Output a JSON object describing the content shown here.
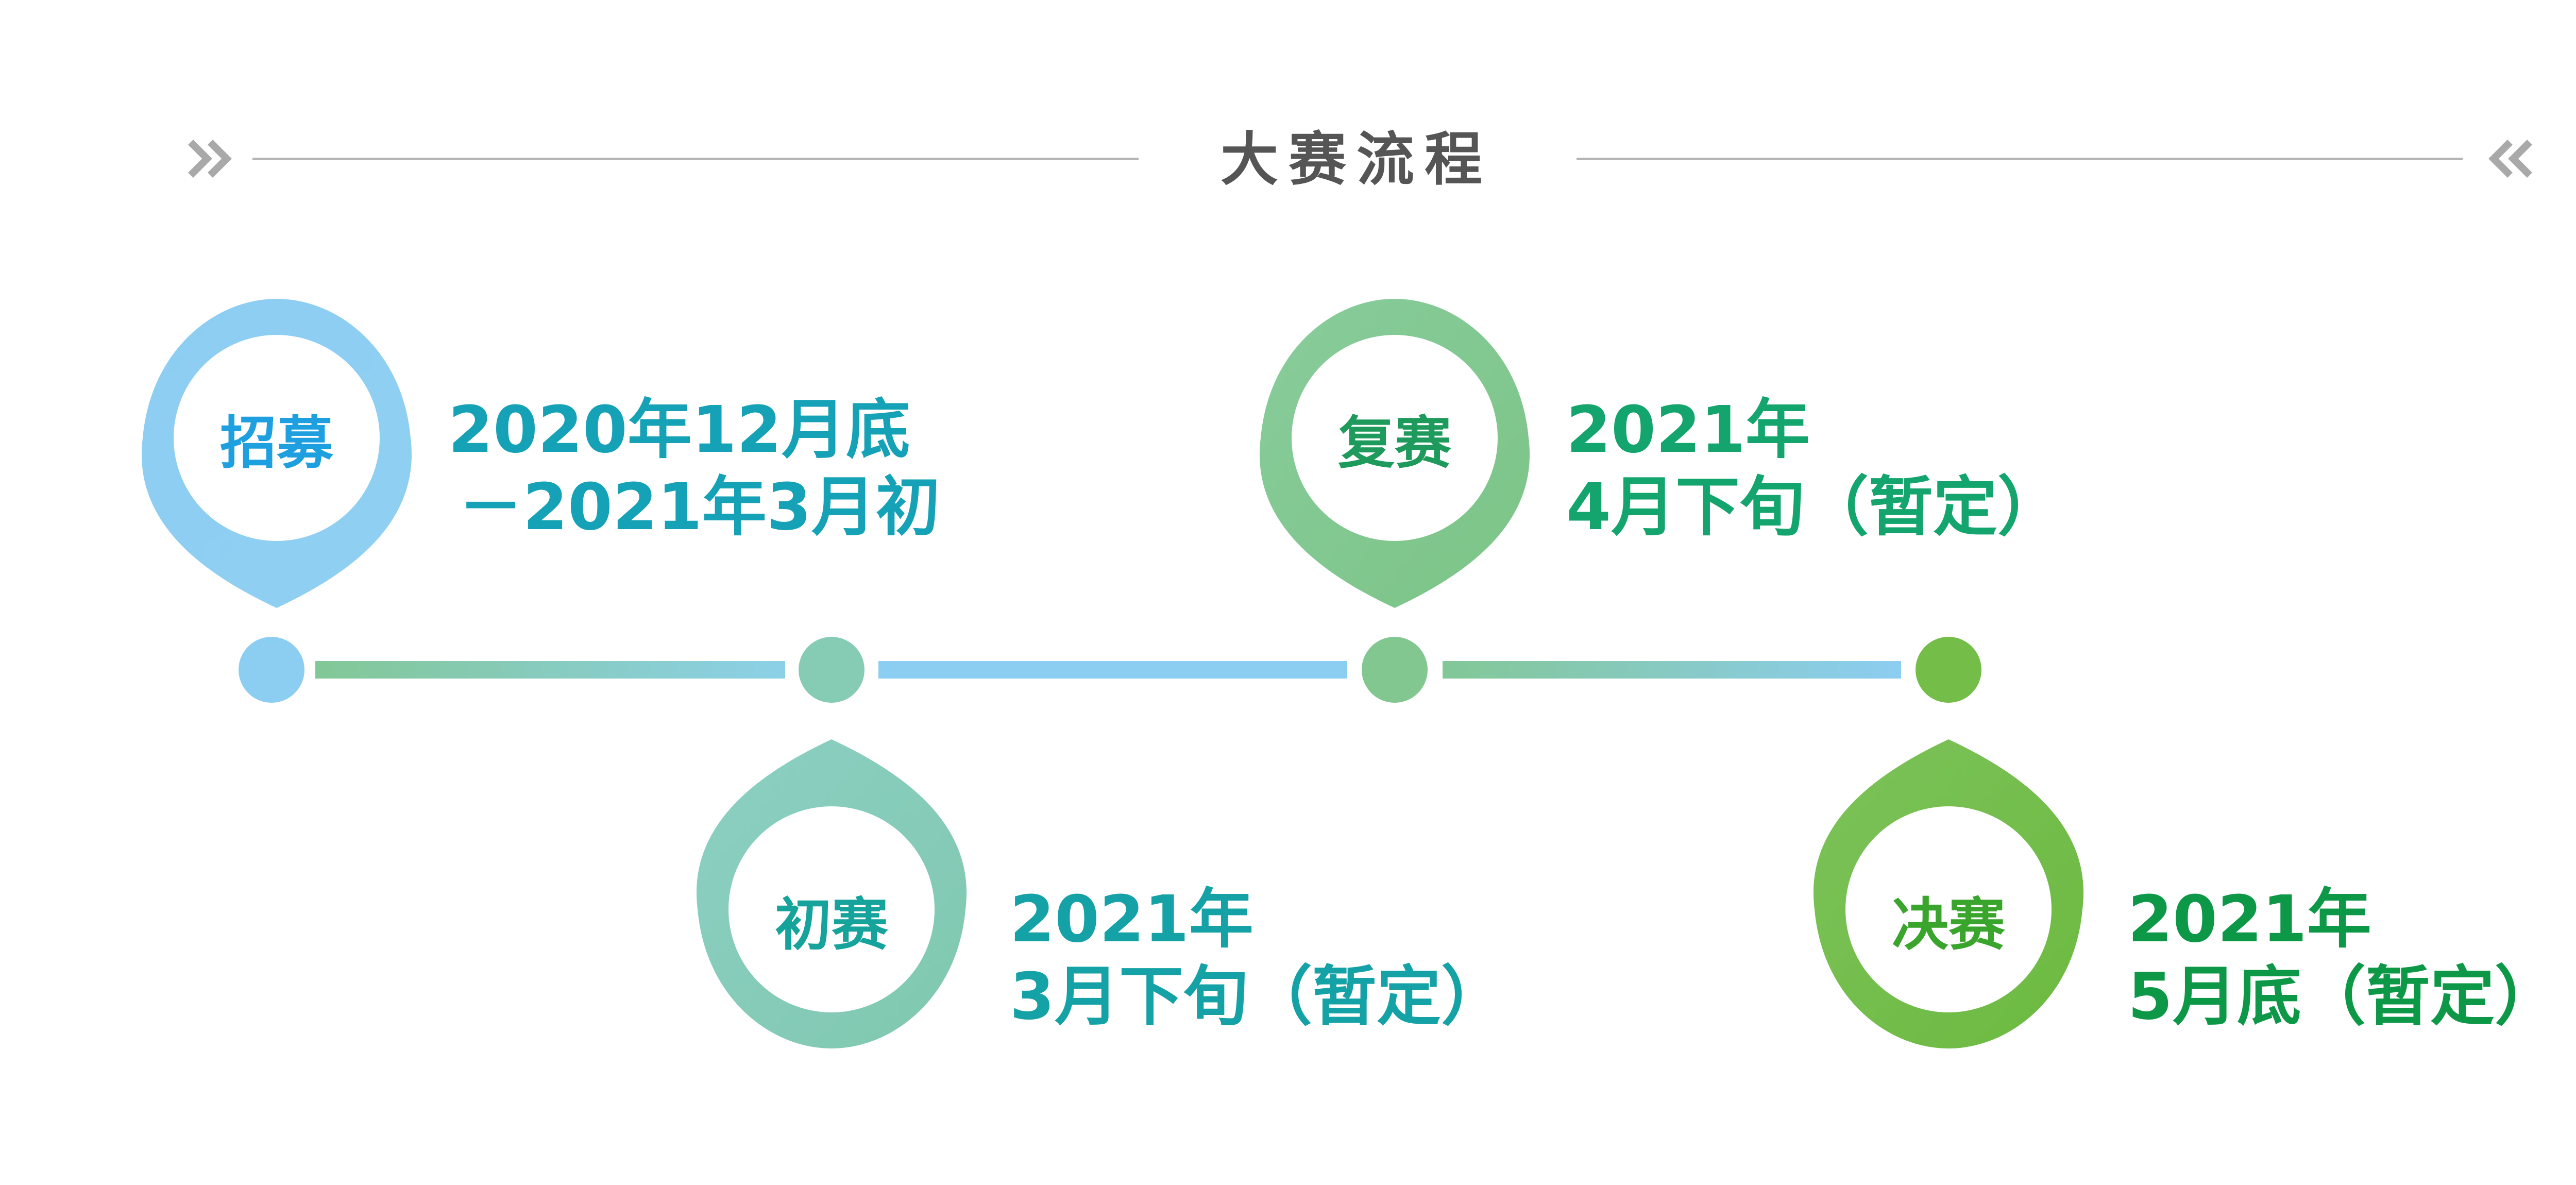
{
  "header": {
    "title": "大赛流程"
  },
  "colors": {
    "title": "#555555",
    "rule": "#b5b5b5",
    "recruit": "#8ccdf2",
    "prelim": "#86cbb4",
    "semi": "#82c790",
    "final": "#74bd48",
    "date_blue": "#15a2b6",
    "date_green": "#14a56e",
    "date_dark_green": "#0d9848"
  },
  "stages": [
    {
      "label": "招募",
      "date_lines": [
        "2020年12月底",
        "－2021年3月初"
      ]
    },
    {
      "label": "初赛",
      "date_lines": [
        "2021年",
        "3月下旬（暂定）"
      ]
    },
    {
      "label": "复赛",
      "date_lines": [
        "2021年",
        "4月下旬（暂定）"
      ]
    },
    {
      "label": "决赛",
      "date_lines": [
        "2021年",
        "5月底（暂定）"
      ]
    }
  ]
}
